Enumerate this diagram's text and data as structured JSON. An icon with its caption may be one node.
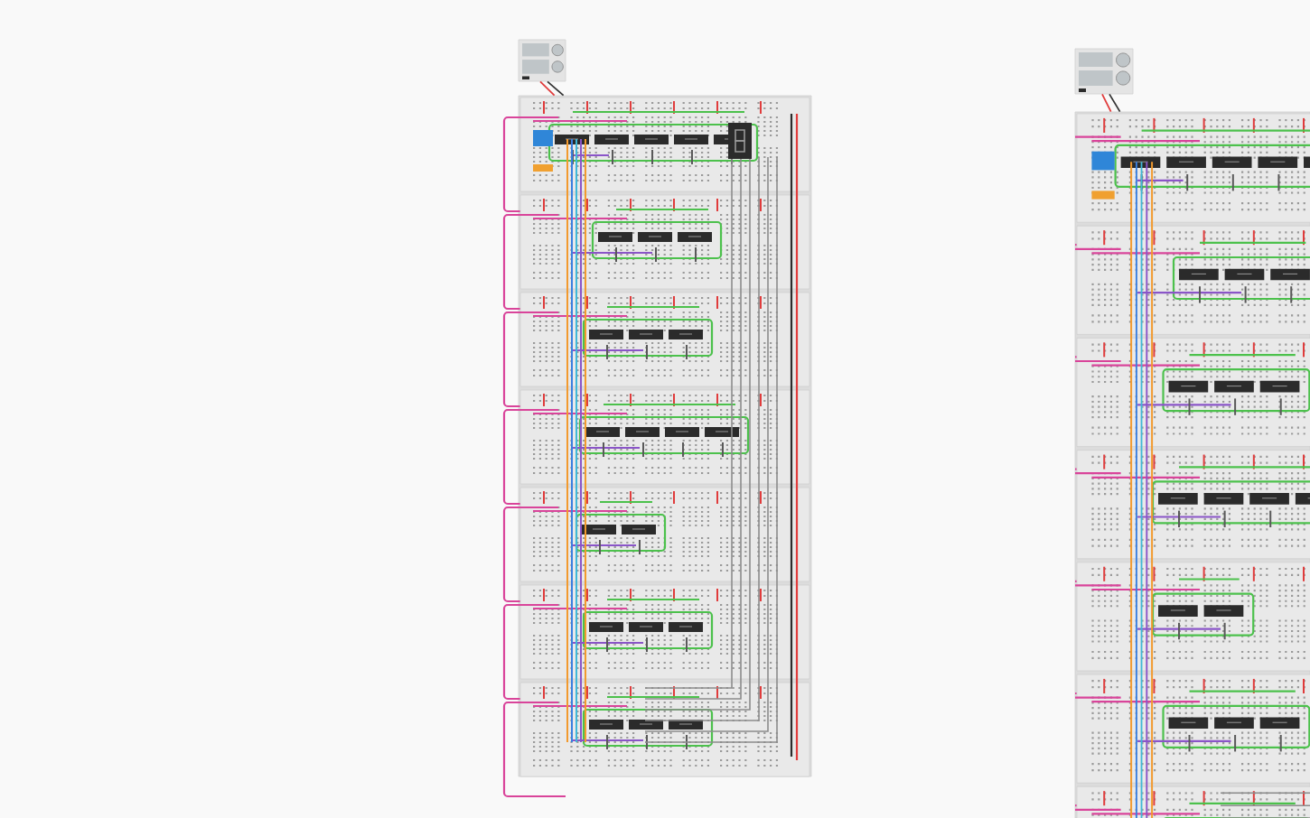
{
  "diagram": {
    "nodes": [
      {
        "text": [],
        "shape": "picture"
      },
      {
        "text": [],
        "shape": "picture"
      },
      {
        "text": [],
        "shape": "picture"
      },
      {
        "text": [],
        "shape": "picture"
      }
    ],
    "edges": [
      {
        "from": 0,
        "to": 1,
        "arrow": "none",
        "color": "#e03c3c"
      },
      {
        "from": 0,
        "to": 1,
        "arrow": "none",
        "color": "#333333"
      },
      {
        "from": 2,
        "to": 3,
        "arrow": "none",
        "color": "#e03c3c"
      },
      {
        "from": 2,
        "to": 3,
        "arrow": "none",
        "color": "#333333"
      }
    ]
  }
}
